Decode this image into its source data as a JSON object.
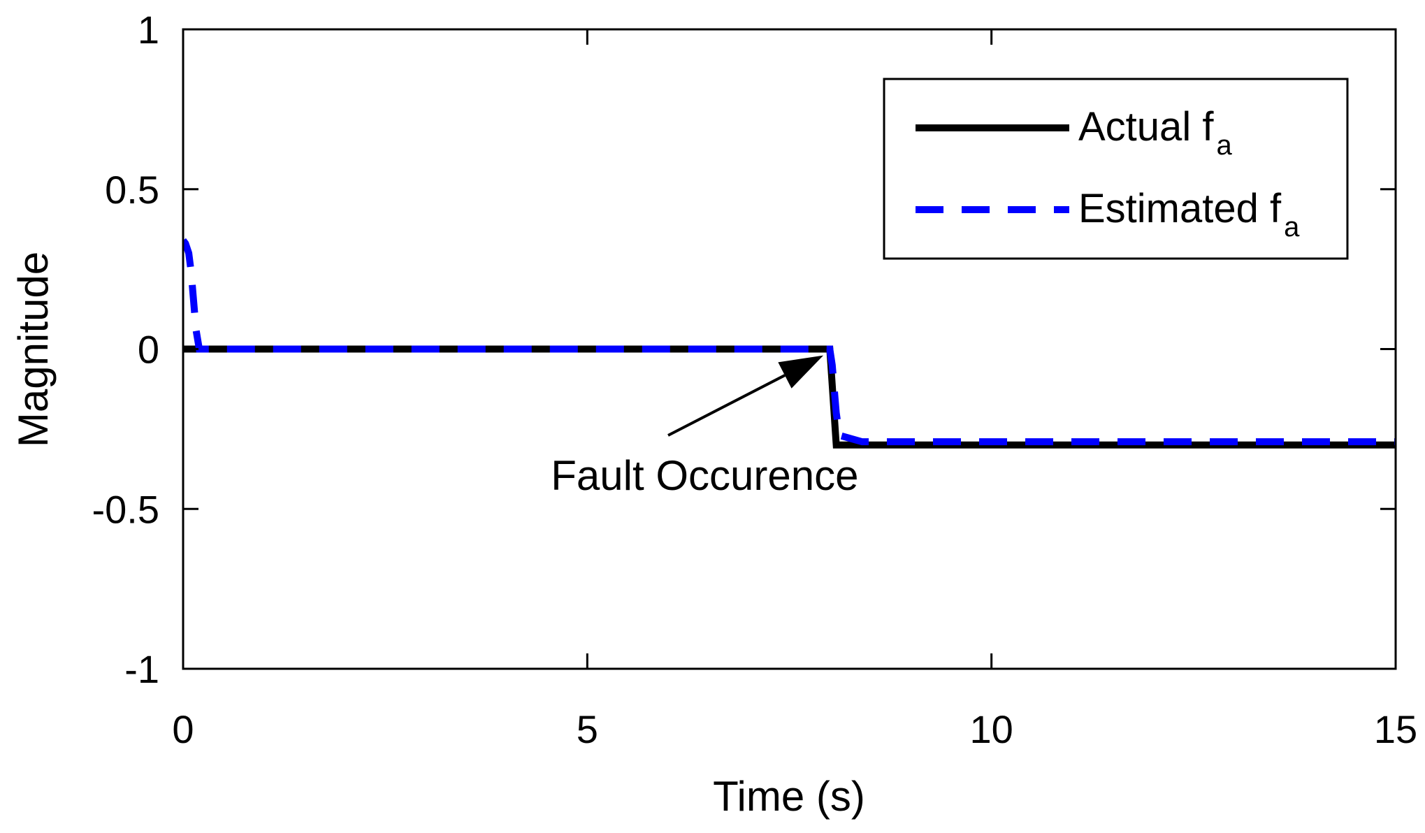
{
  "chart_data": {
    "type": "line",
    "title": "",
    "xlabel": "Time (s)",
    "ylabel": "Magnitude",
    "xlim": [
      0,
      15
    ],
    "ylim": [
      -1,
      1
    ],
    "xticks": [
      0,
      5,
      10,
      15
    ],
    "xtick_labels": [
      "0",
      "5",
      "10",
      "15"
    ],
    "yticks": [
      -1,
      -0.5,
      0,
      0.5,
      1
    ],
    "ytick_labels": [
      "-1",
      "-0.5",
      "0",
      "0.5",
      "1"
    ],
    "grid": false,
    "legend_position": "top-right",
    "series": [
      {
        "name": "Actual f",
        "name_subscript": "a",
        "color": "#000000",
        "style": "solid",
        "x": [
          0,
          8,
          8.08,
          15
        ],
        "y": [
          0,
          0,
          -0.3,
          -0.3
        ]
      },
      {
        "name": "Estimated f",
        "name_subscript": "a",
        "color": "#0000ff",
        "style": "dashed",
        "x": [
          0,
          0.03,
          0.07,
          0.1,
          0.13,
          0.16,
          0.2,
          8,
          8.03,
          8.08,
          8.12,
          8.4,
          15
        ],
        "y": [
          0.34,
          0.33,
          0.3,
          0.24,
          0.15,
          0.06,
          0,
          0,
          -0.05,
          -0.2,
          -0.27,
          -0.29,
          -0.29
        ]
      }
    ],
    "annotations": [
      {
        "text": "Fault Occurence",
        "text_x": 4.55,
        "text_y": -0.44,
        "arrow_from": [
          6.0,
          -0.27
        ],
        "arrow_to": [
          7.92,
          -0.02
        ]
      }
    ]
  }
}
